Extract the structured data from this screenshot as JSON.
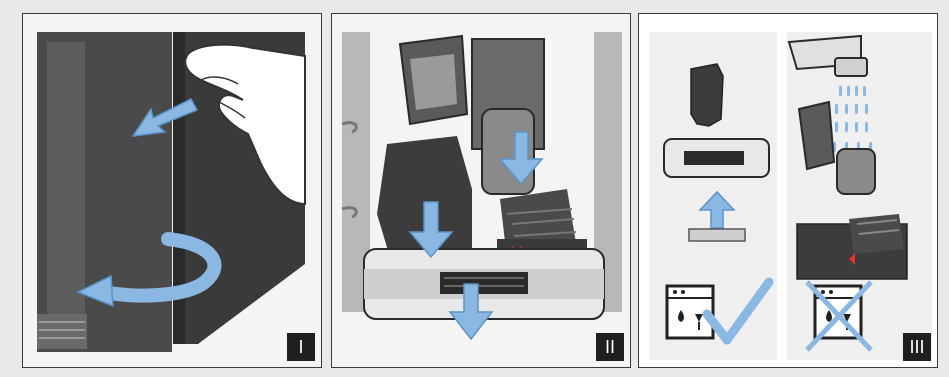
{
  "steps": [
    {
      "label": "I"
    },
    {
      "label": "II"
    },
    {
      "label": "III"
    }
  ],
  "colors": {
    "arrow": "#8ab8e2",
    "arrow_stroke": "#5a93c8",
    "check": "#8ab8e2",
    "appliance_dark": "#3c3c3c",
    "appliance_mid": "#8a8a8a",
    "background": "#e9e9e9"
  },
  "icons": {
    "panel1": [
      "hand-icon",
      "arrow-down-left-icon",
      "rotate-arrow-icon"
    ],
    "panel2": [
      "brewing-unit-icon",
      "drip-tray-icon",
      "arrow-down-icon"
    ],
    "panel3": [
      "dispenser-icon",
      "faucet-icon",
      "dishwasher-safe-icon",
      "checkmark-icon",
      "not-dishwasher-safe-icon"
    ]
  }
}
